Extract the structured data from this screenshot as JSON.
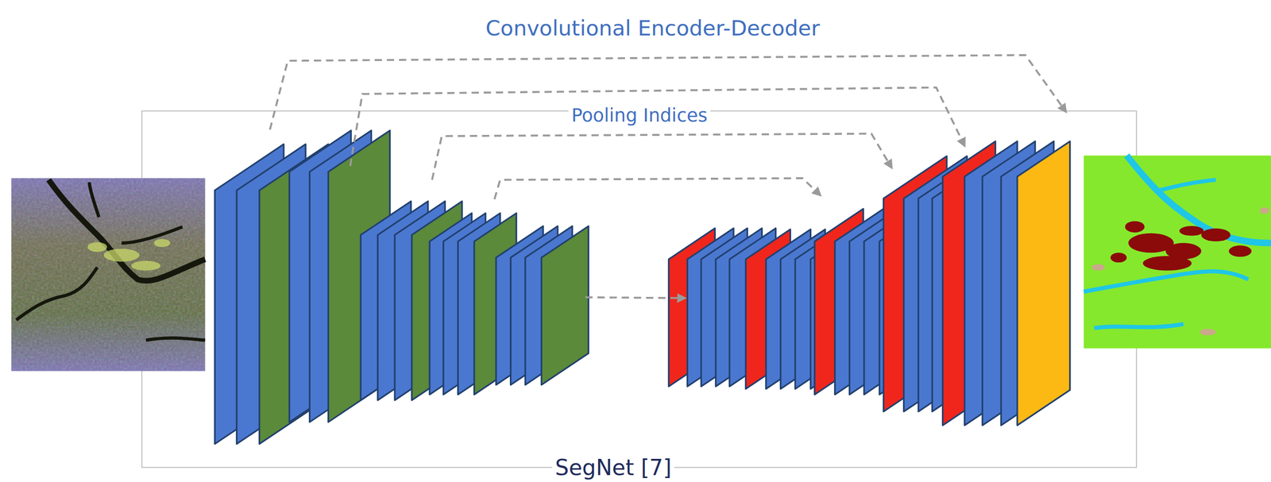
{
  "diagram": {
    "title": "Convolutional Encoder-Decoder",
    "caption": "SegNet [7]",
    "labels": [
      "Pooling Indices"
    ]
  }
}
